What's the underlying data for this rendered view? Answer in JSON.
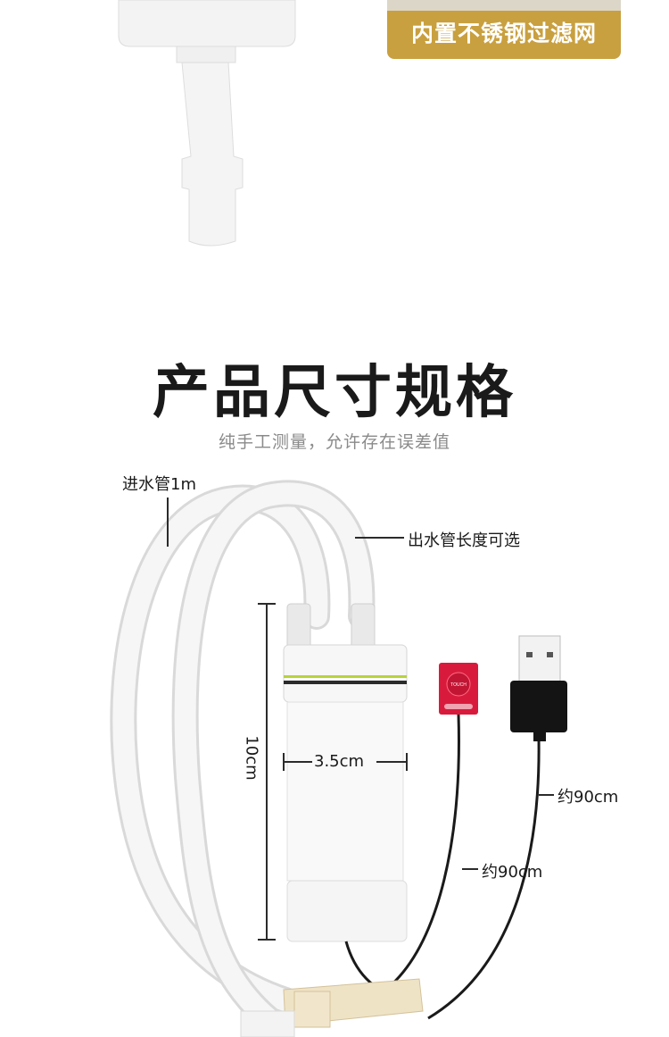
{
  "badge": {
    "text": "内置不锈钢过滤网"
  },
  "section": {
    "title": "产品尺寸规格",
    "subtitle": "纯手工测量，允许存在误差值"
  },
  "diagram": {
    "inlet_label": "进水管1m",
    "outlet_label": "出水管长度可选",
    "height_label": "10cm",
    "width_label": "3.5cm",
    "cable1_label": "约90cm",
    "cable2_label": "约90cm",
    "switch_text": "TOUCH"
  },
  "colors": {
    "badge": "#c9a03f",
    "switch": "#d81b3c",
    "title": "#1a1a1a"
  }
}
